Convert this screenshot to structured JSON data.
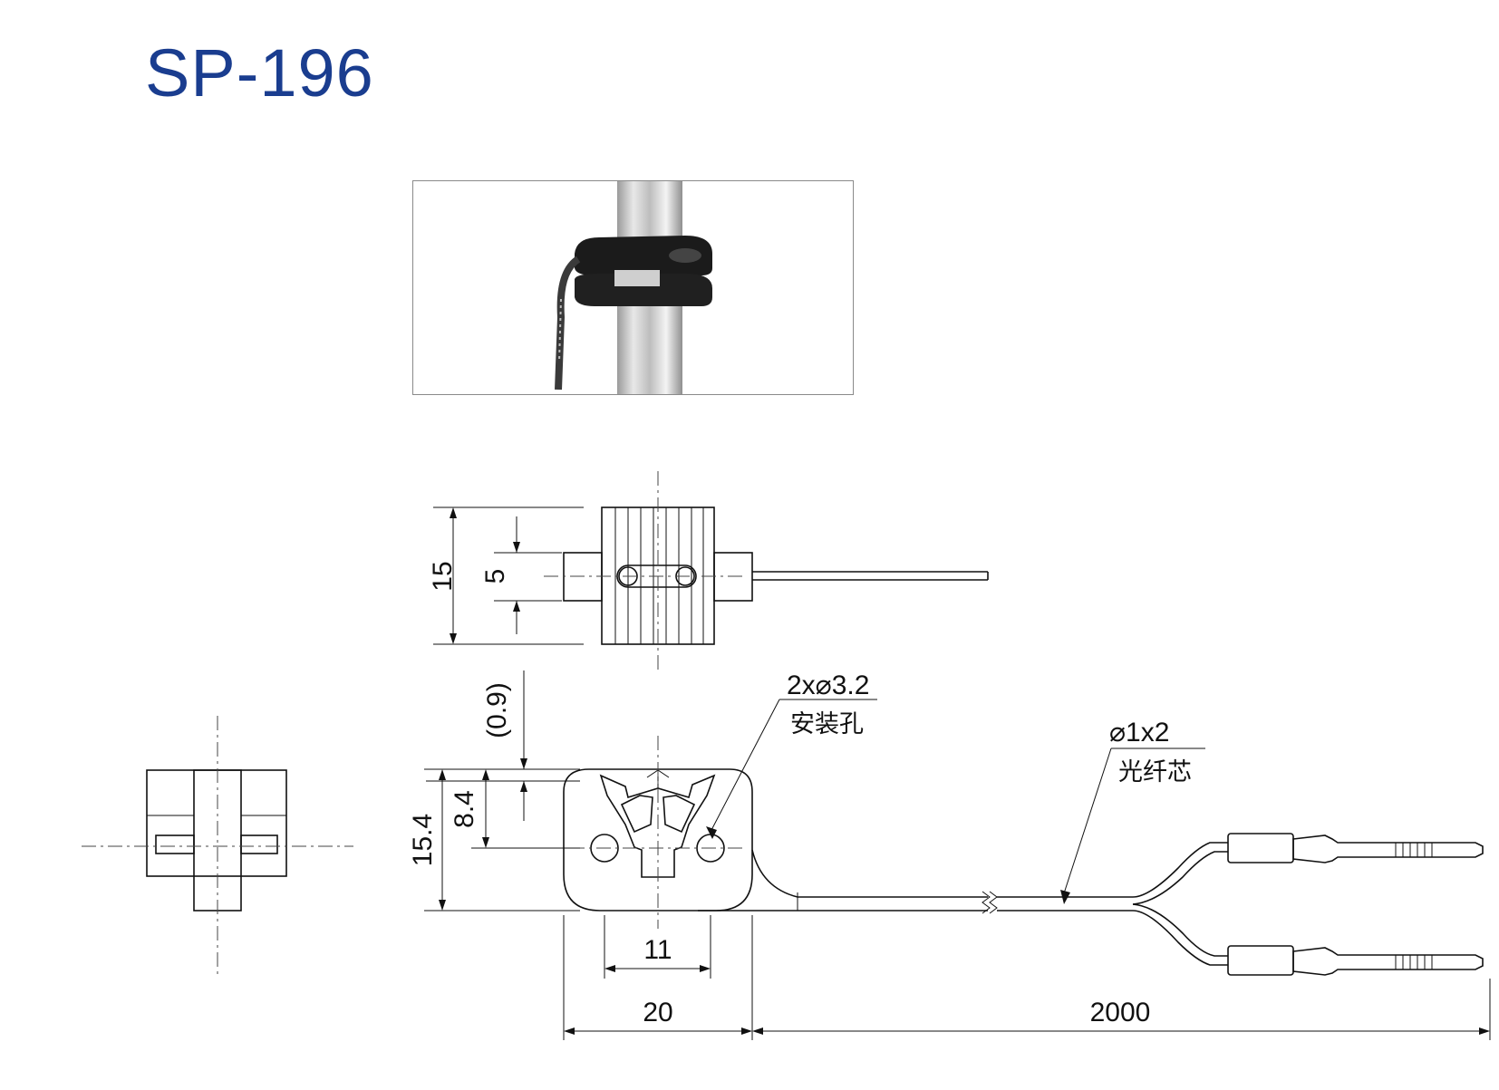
{
  "title": "SP-196",
  "colors": {
    "title": "#1a3d8f",
    "line": "#111111"
  },
  "photo": {
    "description_icon": "product-photo-clamp-on-tube"
  },
  "dimensions": {
    "top_height": "15",
    "slot_width": "5",
    "gap": "(0.9)",
    "body_height": "15.4",
    "hole_height": "8.4",
    "hole_spacing": "11",
    "body_width": "20",
    "cable_length": "2000"
  },
  "callouts": {
    "mount_holes": {
      "spec": "2x⌀3.2",
      "label": "安装孔"
    },
    "fiber_core": {
      "spec": "⌀1x2",
      "label": "光纤芯"
    }
  }
}
